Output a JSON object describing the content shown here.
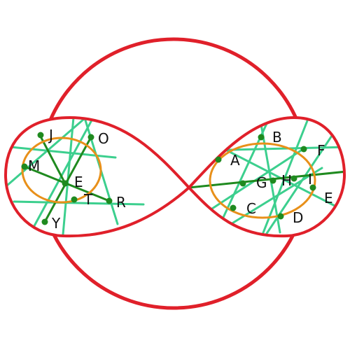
{
  "colors": {
    "outline": "#e0202a",
    "ellipse": "#e8901a",
    "light_line": "#3ccf8e",
    "dark_line": "#1f8a1f",
    "point": "#1f8a1f",
    "background": "#ffffff"
  },
  "labels": {
    "J": "J",
    "O": "O",
    "M": "M",
    "E_left": "E",
    "T": "T",
    "R": "R",
    "Y": "Y",
    "A": "A",
    "B": "B",
    "F": "F",
    "G": "G",
    "H": "H",
    "I": "I",
    "E_right": "E",
    "C": "C",
    "D": "D"
  }
}
